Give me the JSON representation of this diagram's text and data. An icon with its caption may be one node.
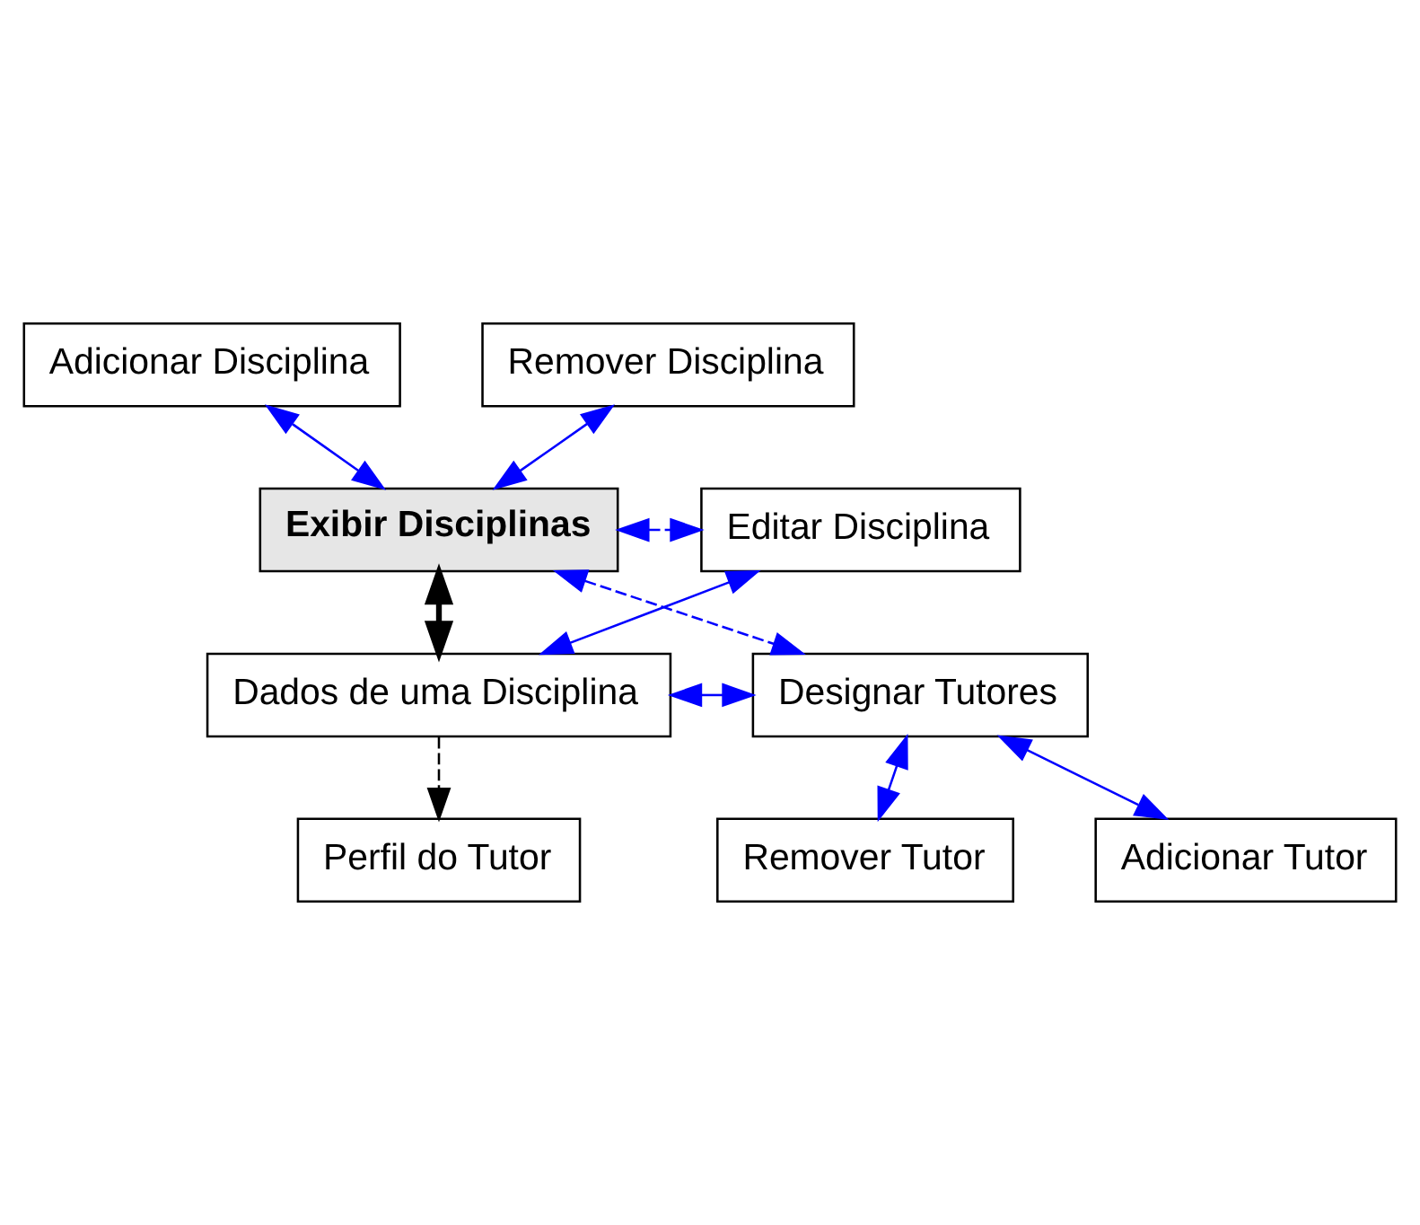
{
  "diagram": {
    "nodes": [
      {
        "text": [
          "Adicionar Disciplina"
        ]
      },
      {
        "text": [
          "Remover Disciplina"
        ]
      },
      {
        "text": [
          "Exibir Disciplinas"
        ]
      },
      {
        "text": [
          "Editar Disciplina"
        ]
      },
      {
        "text": [
          "Adicionar Tutor"
        ]
      },
      {
        "text": [
          "Dados de uma Disciplina"
        ]
      },
      {
        "text": [
          "Designar Tutores"
        ]
      },
      {
        "text": [
          "Remover Tutor"
        ]
      },
      {
        "text": [
          "Perfil do Tutor"
        ]
      }
    ],
    "edges": [
      {
        "from": 0,
        "to": 2,
        "arrow": "both",
        "color": "#0000ff"
      },
      {
        "from": 1,
        "to": 2,
        "arrow": "both",
        "color": "#0000ff"
      },
      {
        "from": 2,
        "to": 3,
        "arrow": "both",
        "style": "dashed",
        "color": "#0000ff"
      },
      {
        "from": 2,
        "to": 6,
        "arrow": "both",
        "style": "dashed",
        "color": "#0000ff"
      },
      {
        "from": 2,
        "to": 5,
        "arrow": "both",
        "style": "thick",
        "color": "#000000"
      },
      {
        "from": 5,
        "to": 3,
        "arrow": "both",
        "color": "#0000ff"
      },
      {
        "from": 5,
        "to": 6,
        "arrow": "both",
        "color": "#0000ff"
      },
      {
        "from": 6,
        "to": 4,
        "arrow": "both",
        "color": "#0000ff"
      },
      {
        "from": 6,
        "to": 7,
        "arrow": "both",
        "color": "#0000ff"
      },
      {
        "from": 5,
        "to": 8,
        "arrow": "to",
        "style": "dashed",
        "color": "#000000"
      }
    ]
  }
}
